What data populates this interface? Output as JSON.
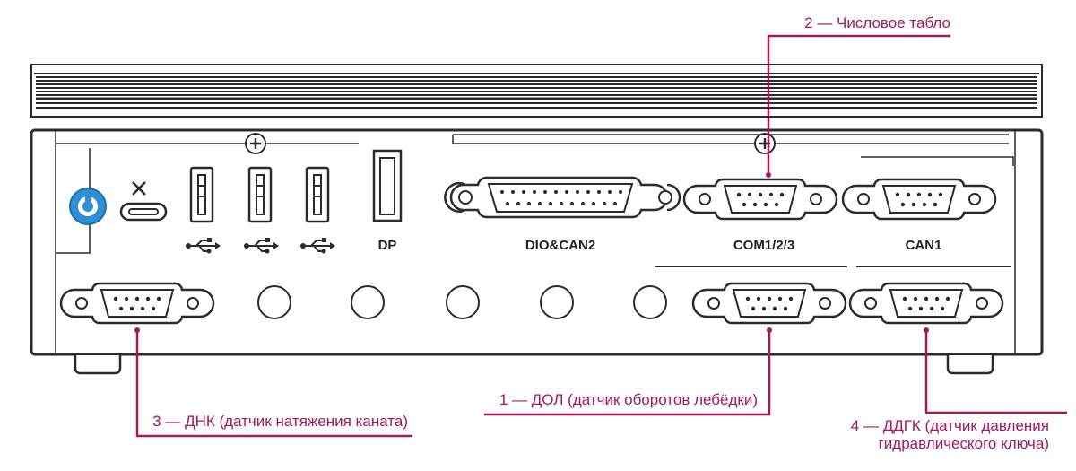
{
  "colors": {
    "callout": "#a3195b",
    "outline": "#2b2b2b",
    "fill": "#ffffff",
    "knob": "#2e8fd6"
  },
  "panel_labels": {
    "dp": "DP",
    "dio_can2": "DIO&CAN2",
    "com": "COM1/2/3",
    "can1": "CAN1"
  },
  "callouts": {
    "num_display": "2 — Числовое табло",
    "dol": "1 — ДОЛ (датчик оборотов лебёдки)",
    "dnk": "3 — ДНК (датчик натяжения каната)",
    "ddgk_line1": "4 — ДДГК (датчик давления",
    "ddgk_line2": "гидравлического ключа)"
  },
  "icons": [
    "usb-c-icon",
    "usb-icon",
    "usb-icon",
    "usb-icon",
    "plus-screw-icon",
    "rotary-switch-icon"
  ]
}
